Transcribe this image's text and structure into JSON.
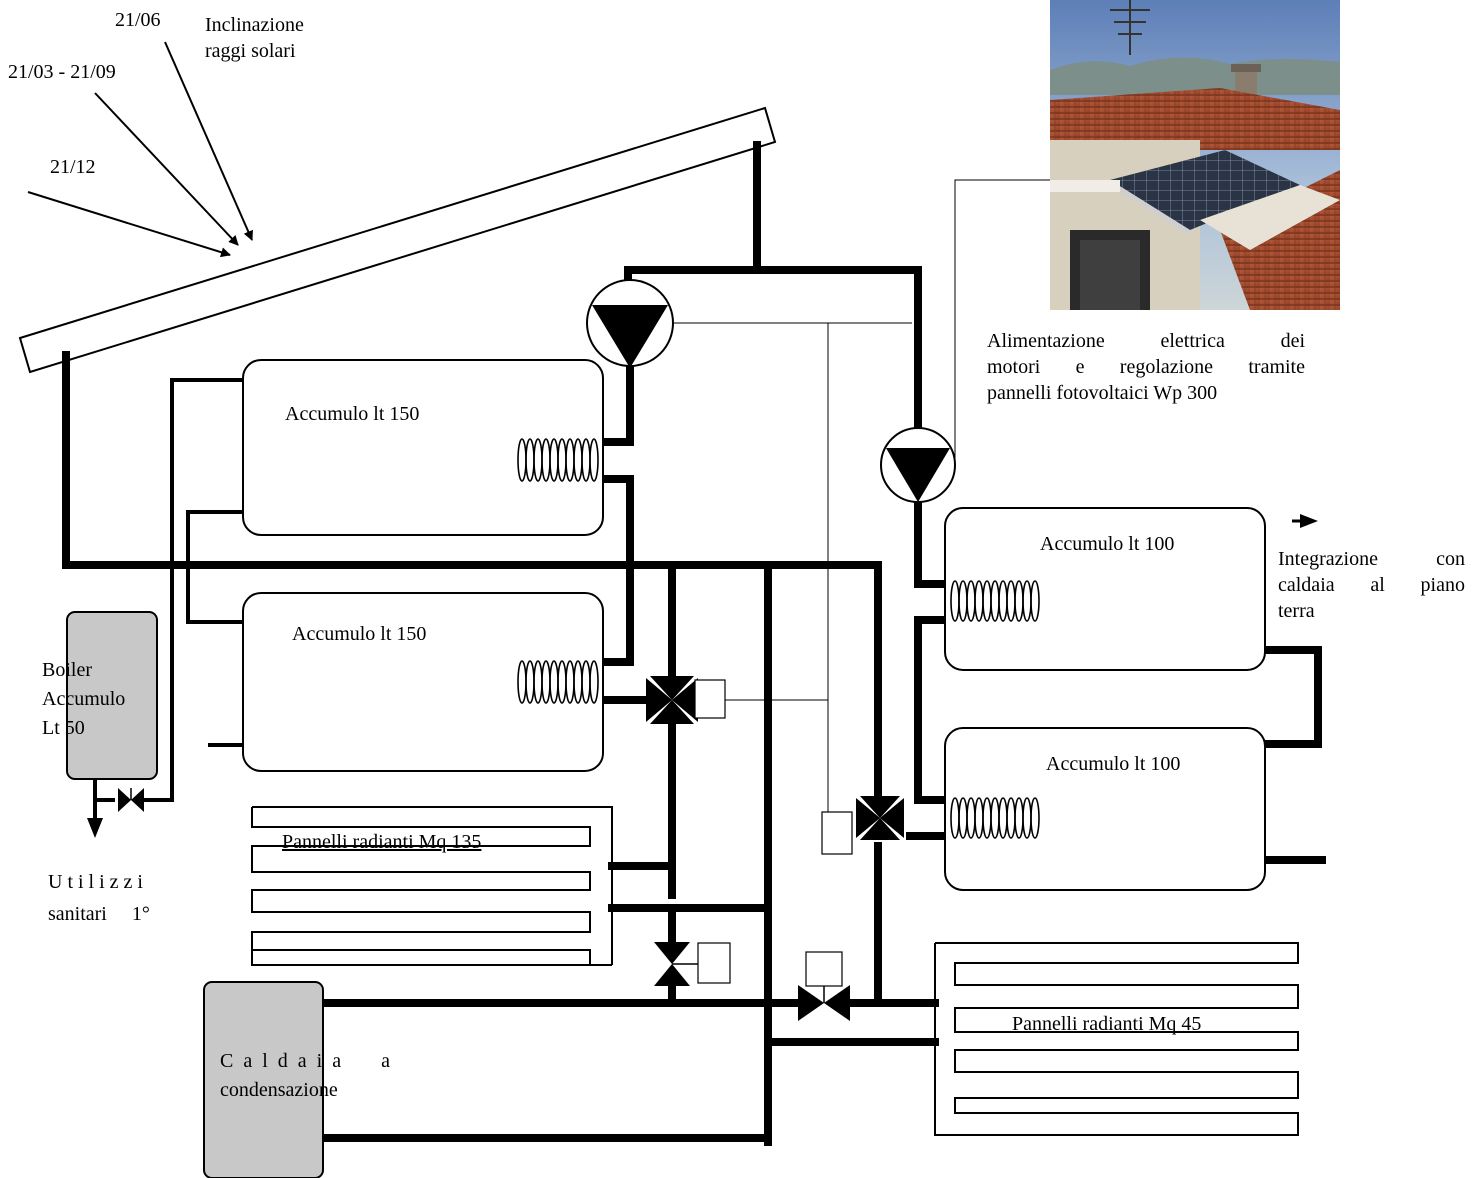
{
  "sun_angles": {
    "summer": "21/06",
    "equinox": "21/03 - 21/09",
    "winter": "21/12",
    "title_line1": "Inclinazione",
    "title_line2": "raggi solari"
  },
  "photovoltaic": {
    "line1": "Alimentazione elettrica dei",
    "line2": "motori e regolazione tramite",
    "line3": "pannelli fotovoltaici Wp 300"
  },
  "tanks": {
    "upper_150": "Accumulo lt 150",
    "lower_150": "Accumulo lt 150",
    "upper_100": "Accumulo lt 100",
    "lower_100": "Accumulo lt 100"
  },
  "boiler": {
    "line1": "Boiler",
    "line2": "Accumulo",
    "line3": "Lt 50"
  },
  "sanitary": {
    "line1": "U t i l i z z i",
    "line2": "sanitari     1°"
  },
  "integration": {
    "line1": "Integrazione con",
    "line2": "caldaia al piano",
    "line3": "terra"
  },
  "radiant": {
    "panel_135": "Pannelli radianti Mq 135",
    "panel_45": "Pannelli radianti Mq 45"
  },
  "condensing_boiler": {
    "line1": "C  a  l  d  a  i  a        a",
    "line2": "condensazione"
  },
  "colors": {
    "pipe": "#000000",
    "gray_unit": "#c8c8c8"
  }
}
